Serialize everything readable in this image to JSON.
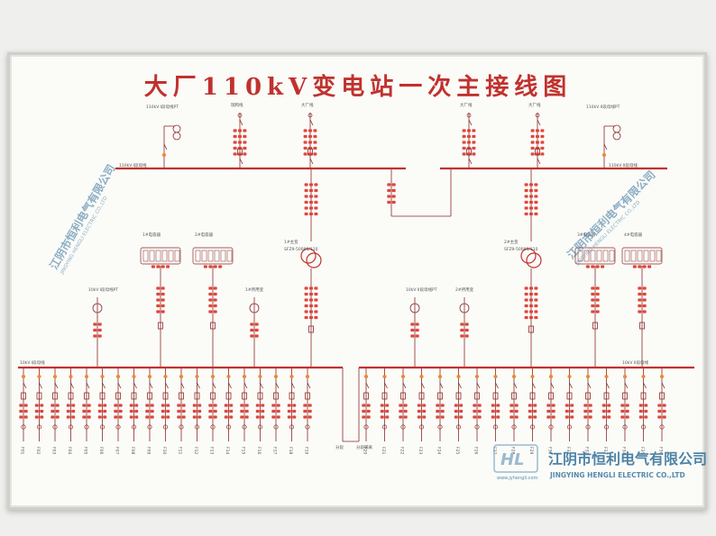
{
  "title": "大厂110kV变电站一次主接线图",
  "watermark": {
    "company_cn": "江阴市恒利电气有限公司",
    "company_en": "JINGYING HENGLI ELECTRIC CO.,LTD",
    "logo": "HL",
    "website": "www.jyhengli.com",
    "side_cn_left": "江阴市恒利电气有限公司",
    "side_en_left": "JINGYING HENGLI ELECTRIC CO.,LTD",
    "side_cn_right": "江阴市恒利电气有限公司",
    "side_en_right": "JINGYING HENGLI ELECTRIC CO.,LTD"
  },
  "colors": {
    "bus": "#c0322e",
    "wire": "#8a2a26",
    "lamp_red": "#e0463c",
    "lamp_orange": "#ee8a2c",
    "text": "#555555",
    "title": "#c0322e",
    "watermark": "#2f6f9a"
  },
  "labels": {
    "top_feeder_left": "瑞和线",
    "top_feeder_mid": "大厂线",
    "top_feeder_right1": "大厂线",
    "top_feeder_right2": "大厂线",
    "top_pt_left": "110kV I段母线PT",
    "top_pt_right": "110kV II段母线PT",
    "bus110_left": "110kV I段母线",
    "bus110_right": "110kV II段母线",
    "tx1": "1#主变",
    "tx2": "2#主变",
    "tx_model": "SFZ9-50000/110",
    "bus10_left": "10kV I段母线",
    "bus10_right": "10kV II段母线",
    "cap_left": "1#电容器",
    "cap_left2": "2#电容器",
    "cap_right": "3#电容器",
    "cap_right2": "4#电容器",
    "pt10_left": "10kV I段母线PT",
    "pt10_right": "10kV II段母线PT",
    "st_left": "1#所用变",
    "st_right": "2#所用变",
    "bus_tie": "分段",
    "bus_tie2": "分段隔离"
  },
  "feeders_left": [
    "F01",
    "F02",
    "F03",
    "F04",
    "F05",
    "F06",
    "F07",
    "F08",
    "F09",
    "F10",
    "F11",
    "F12",
    "F13",
    "F14",
    "F15",
    "F16",
    "F17",
    "F18",
    "F19"
  ],
  "feeders_right": [
    "F20",
    "F21",
    "F22",
    "F23",
    "F24",
    "F25",
    "F26",
    "F27",
    "F28",
    "F29",
    "F30",
    "F31",
    "F32",
    "F33",
    "F34",
    "F35",
    "F36"
  ]
}
